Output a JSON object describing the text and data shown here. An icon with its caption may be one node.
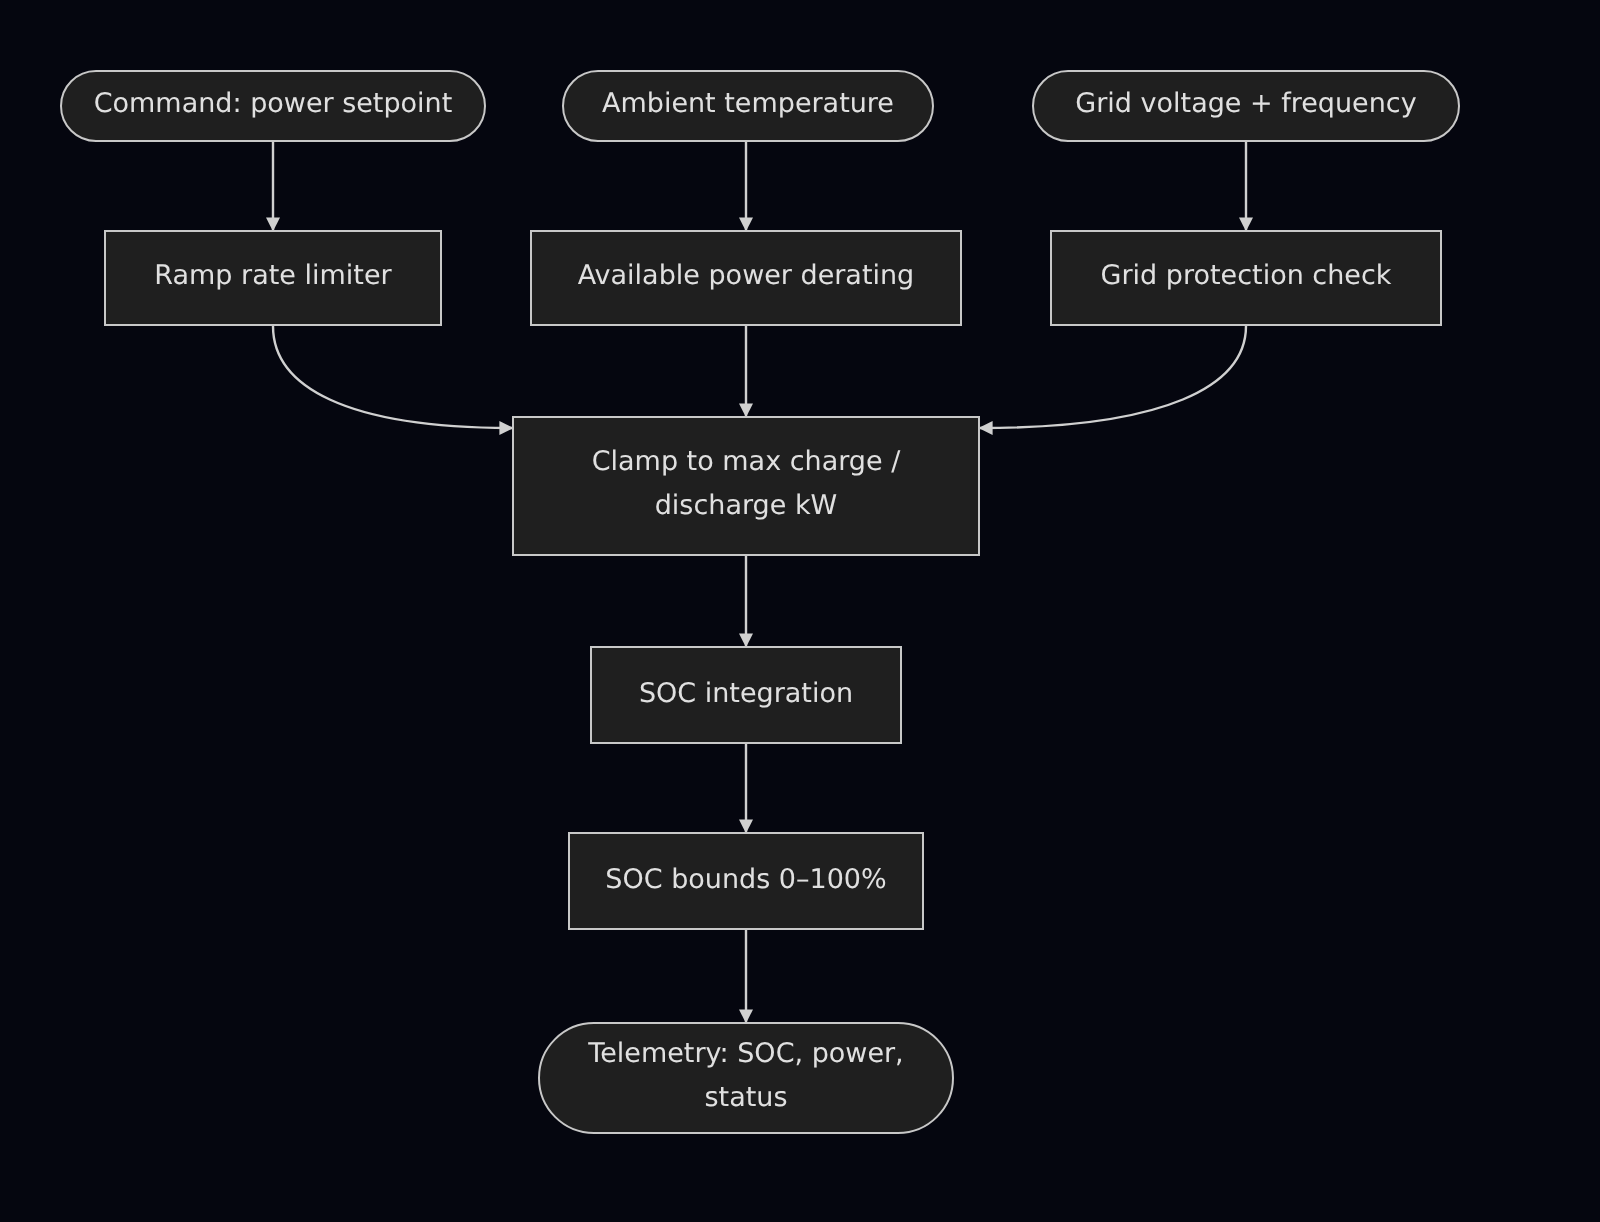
{
  "diagram": {
    "nodes": [
      {
        "text": [
          "Command: power setpoint"
        ]
      },
      {
        "text": [
          "Ambient temperature"
        ]
      },
      {
        "text": [
          "Grid voltage + frequency"
        ]
      },
      {
        "text": [
          "Ramp rate limiter"
        ]
      },
      {
        "text": [
          "Available power derating"
        ]
      },
      {
        "text": [
          "Grid protection check"
        ]
      },
      {
        "text": [
          "Clamp to max charge / discharge kW"
        ]
      },
      {
        "text": [
          "SOC integration"
        ]
      },
      {
        "text": [
          "SOC bounds 0–100%"
        ]
      },
      {
        "text": [
          "Telemetry: SOC, power, status"
        ]
      }
    ],
    "edges": [
      {
        "from": 0,
        "to": 3,
        "arrow": "to"
      },
      {
        "from": 1,
        "to": 4,
        "arrow": "to"
      },
      {
        "from": 2,
        "to": 5,
        "arrow": "to"
      },
      {
        "from": 3,
        "to": 6,
        "arrow": "to"
      },
      {
        "from": 4,
        "to": 6,
        "arrow": "to"
      },
      {
        "from": 5,
        "to": 6,
        "arrow": "to"
      },
      {
        "from": 6,
        "to": 7,
        "arrow": "to"
      },
      {
        "from": 7,
        "to": 8,
        "arrow": "to"
      },
      {
        "from": 8,
        "to": 9,
        "arrow": "to"
      }
    ]
  }
}
